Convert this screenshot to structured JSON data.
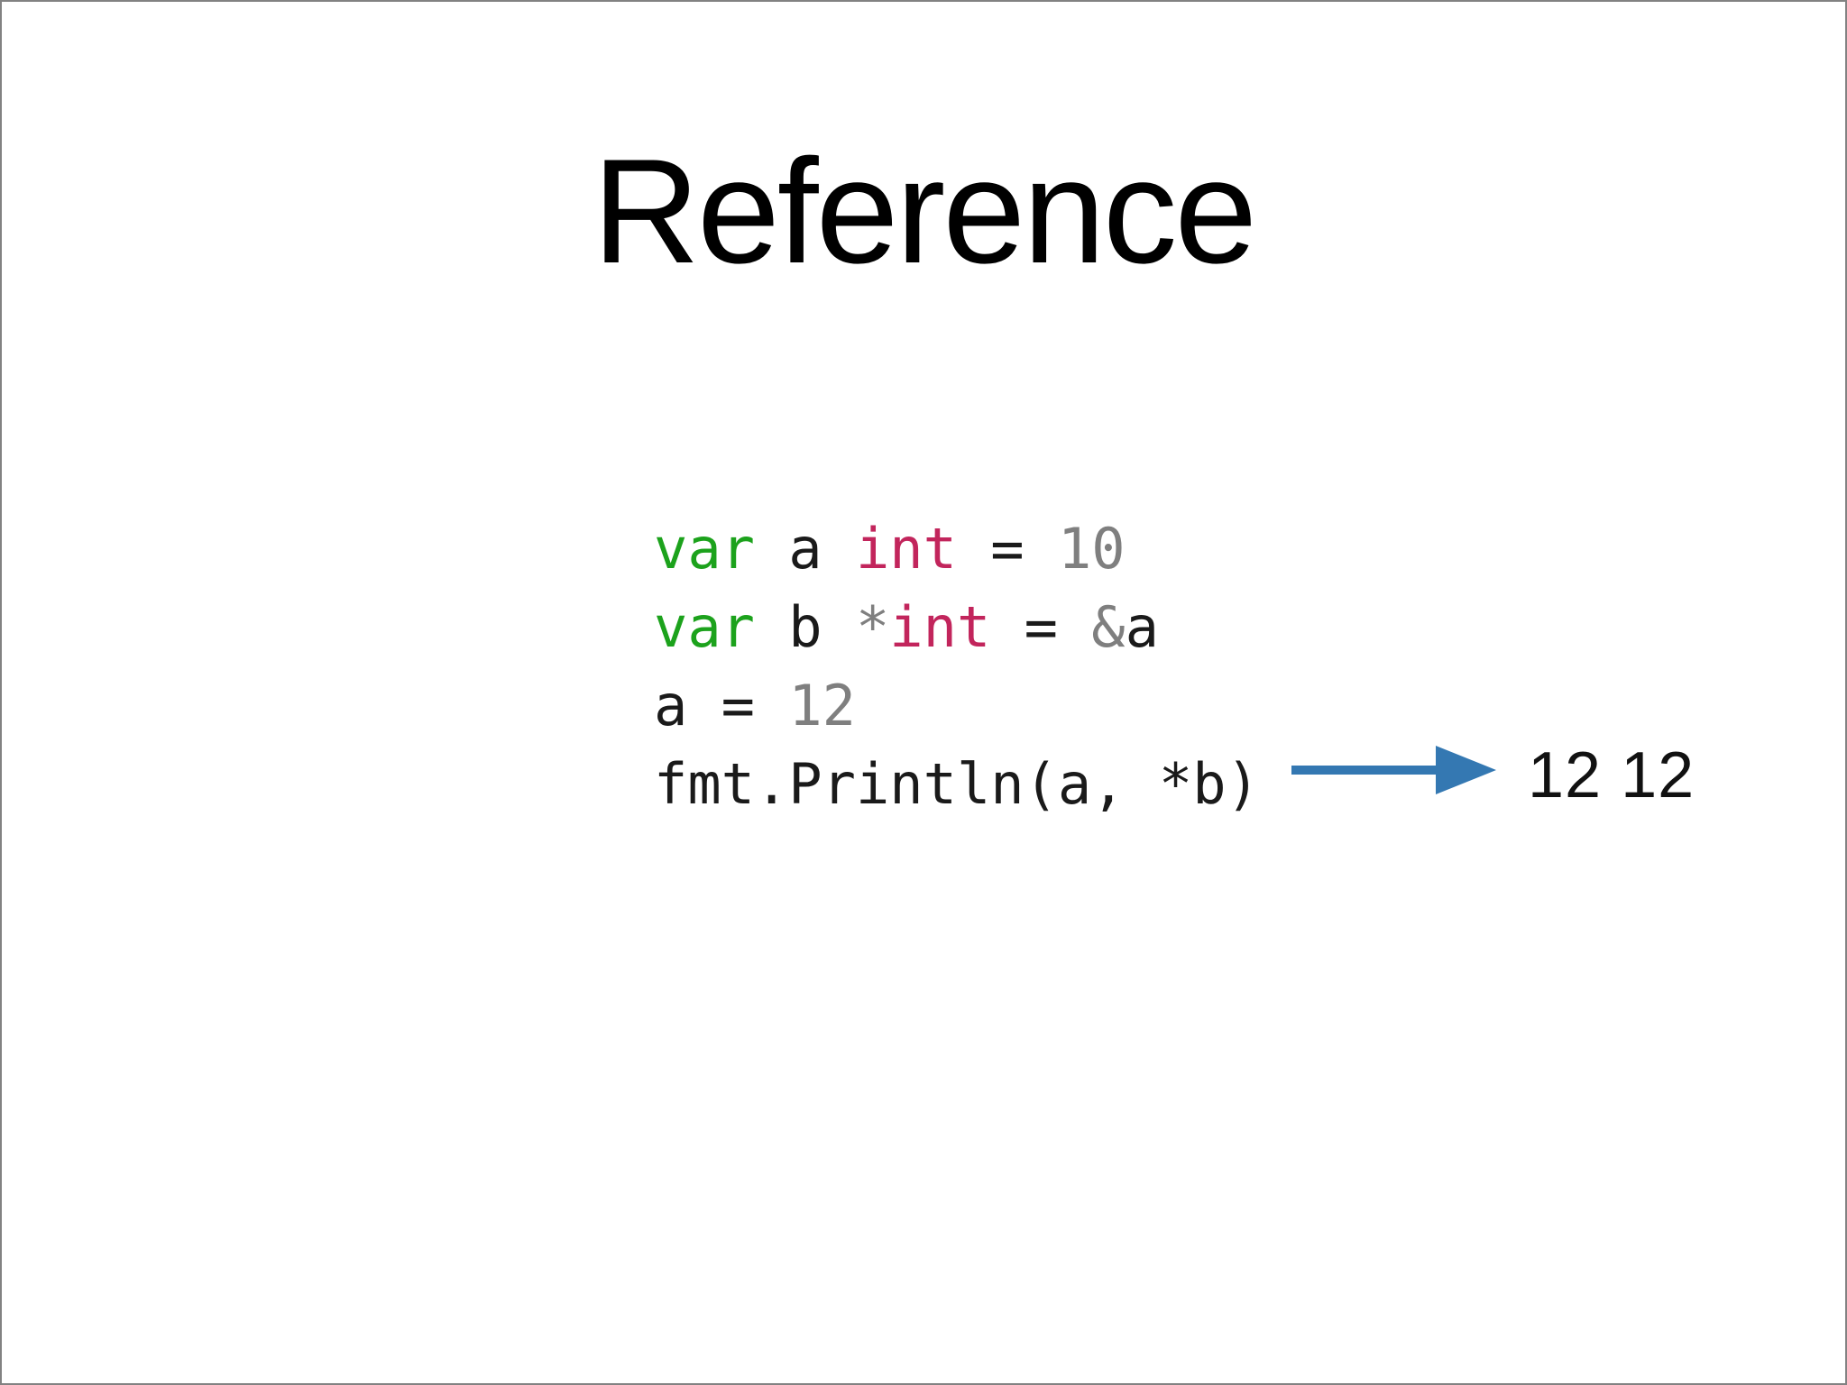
{
  "slide": {
    "title": "Reference",
    "code": {
      "language": "go",
      "lines": [
        {
          "tokens": [
            {
              "text": "var",
              "style": "keyword"
            },
            {
              "text": " a ",
              "style": "plain"
            },
            {
              "text": "int",
              "style": "type"
            },
            {
              "text": " = ",
              "style": "plain"
            },
            {
              "text": "10",
              "style": "muted"
            }
          ]
        },
        {
          "tokens": [
            {
              "text": "var",
              "style": "keyword"
            },
            {
              "text": " b ",
              "style": "plain"
            },
            {
              "text": "*",
              "style": "muted"
            },
            {
              "text": "int",
              "style": "type"
            },
            {
              "text": " = ",
              "style": "plain"
            },
            {
              "text": "&",
              "style": "muted"
            },
            {
              "text": "a",
              "style": "plain"
            }
          ]
        },
        {
          "tokens": [
            {
              "text": "a = ",
              "style": "plain"
            },
            {
              "text": "12",
              "style": "muted"
            }
          ]
        },
        {
          "tokens": [
            {
              "text": "fmt.Println(a, *b)",
              "style": "plain"
            }
          ]
        }
      ]
    },
    "output_value": "12 12"
  },
  "colors": {
    "keyword-green": "#1CA21C",
    "type-crimson": "#C2255C",
    "muted-gray": "#7F7F7F",
    "code-black": "#1A1A1A",
    "arrow-blue": "#3478B2",
    "title-black": "#000000",
    "slide-border-gray": "#828282",
    "background": "#FFFFFF"
  }
}
